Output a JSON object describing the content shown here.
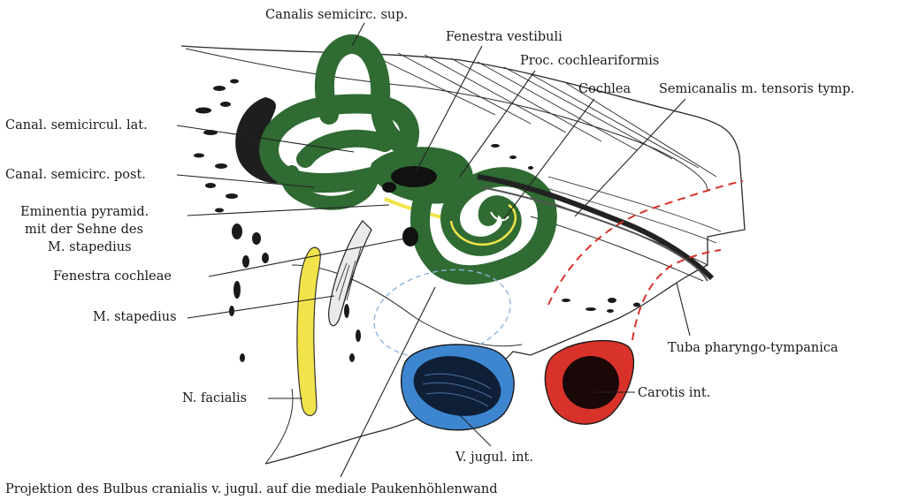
{
  "labels": {
    "canalis_semicirc_sup": "Canalis semicirc. sup.",
    "fenestra_vestibuli": "Fenestra vestibuli",
    "proc_cochleariformis": "Proc. cochleariformis",
    "cochlea": "Cochlea",
    "semicanalis_tensoris": "Semicanalis m. tensoris tymp.",
    "canal_semicircul_lat": "Canal. semicircul. lat.",
    "canal_semicirc_post": "Canal. semicirc. post.",
    "eminentia_line1": "Eminentia pyramid.",
    "eminentia_line2": "mit der Sehne des",
    "eminentia_line3": "M. stapedius",
    "fenestra_cochleae": "Fenestra cochleae",
    "m_stapedius": "M. stapedius",
    "tuba": "Tuba pharyngo-tympanica",
    "n_facialis": "N. facialis",
    "carotis": "Carotis int.",
    "v_jugul": "V. jugul. int.",
    "caption": "Projektion des Bulbus cranialis v. jugul. auf die mediale Paukenhöhlenwand"
  },
  "colors": {
    "labyrinth": "#2f6b33",
    "labyrinth_dark": "#1f4a22",
    "facial_nerve": "#f2e34a",
    "jugular_vein": "#3d86cf",
    "carotid": "#d8322a",
    "red_dashed": "#d8322a",
    "blue_dashed": "#8fb4db",
    "ink": "#222222"
  }
}
